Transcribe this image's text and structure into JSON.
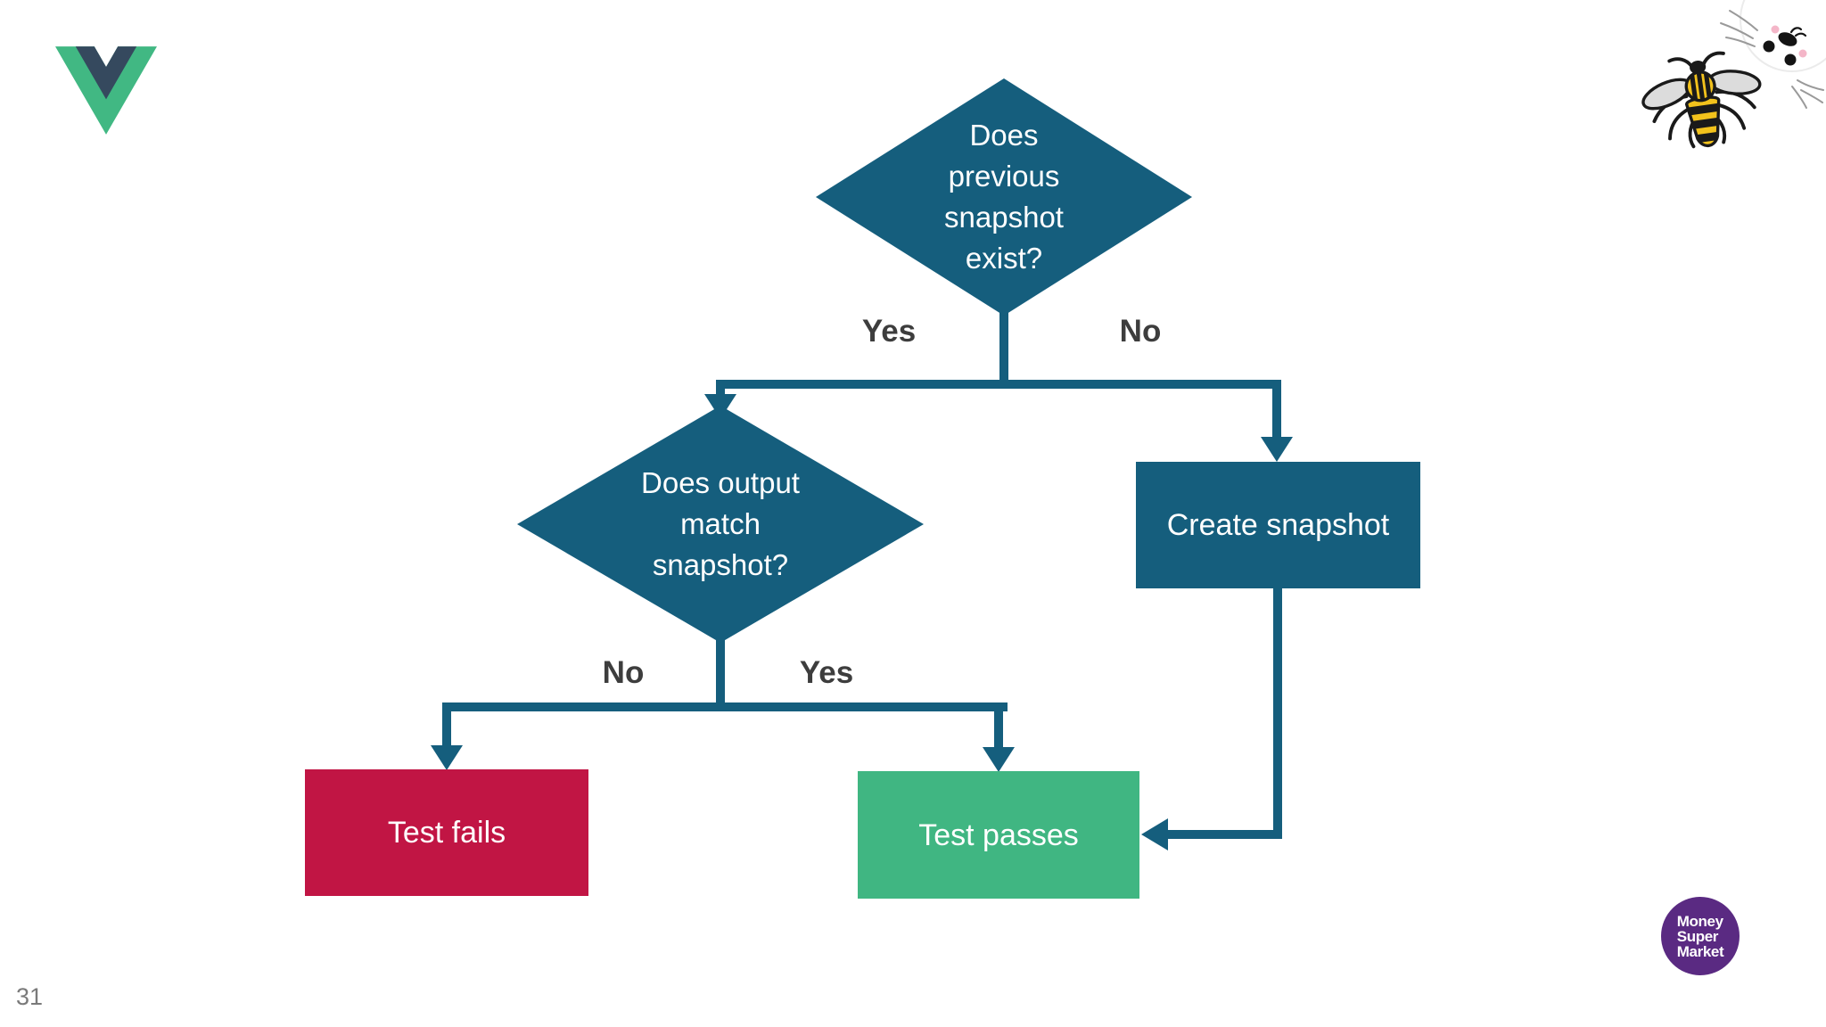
{
  "slide": {
    "page_number": "31"
  },
  "colors": {
    "node_teal": "#155E7D",
    "fail_red": "#C11544",
    "pass_green": "#40B682",
    "connector_teal": "#155E7D",
    "branch_label_gray": "#3D3D3D",
    "vue_green": "#41B883",
    "vue_navy": "#35495E",
    "msm_purple": "#5A2A82",
    "background": "#FFFFFF"
  },
  "flowchart": {
    "decision1": {
      "label": "Does previous snapshot exist?",
      "lines": [
        "Does",
        "previous",
        "snapshot",
        "exist?"
      ]
    },
    "decision2": {
      "label": "Does output match snapshot?",
      "lines": [
        "Does output",
        "match",
        "snapshot?"
      ]
    },
    "create_node": {
      "label": "Create snapshot"
    },
    "fail_node": {
      "label": "Test fails"
    },
    "pass_node": {
      "label": "Test passes"
    },
    "branch_labels": {
      "top_yes": "Yes",
      "top_no": "No",
      "mid_no": "No",
      "mid_yes": "Yes"
    }
  },
  "decor": {
    "vue_logo": "vue-logo",
    "bee": "manchester-bee-icon",
    "cat_corner": "peeking-cat-icon",
    "msm_logo_lines": [
      "Money",
      "Super",
      "Market"
    ]
  }
}
